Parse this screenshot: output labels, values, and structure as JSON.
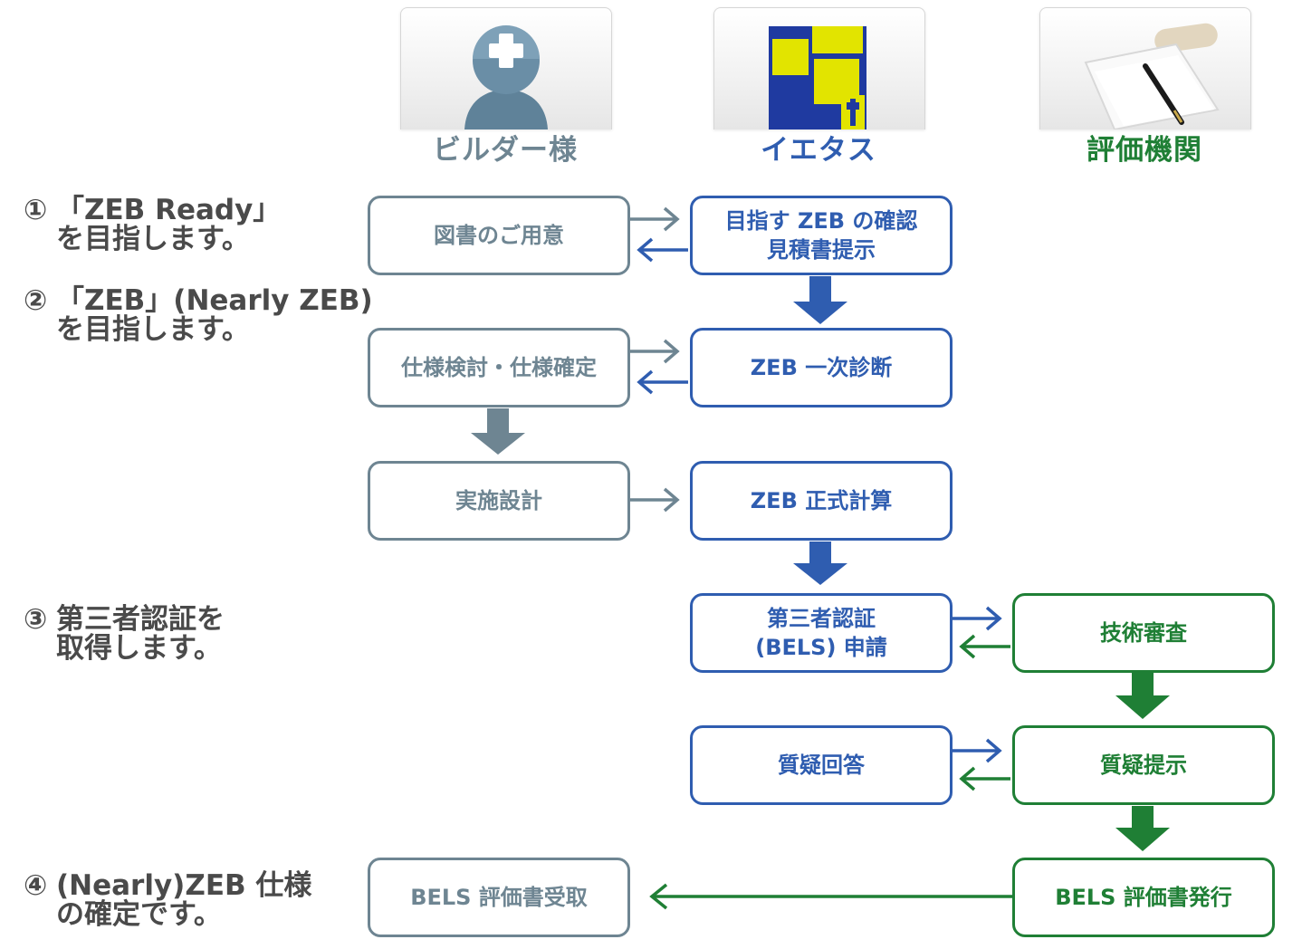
{
  "columns": {
    "builder": {
      "label": "ビルダー様",
      "icon": "builder-person-icon",
      "color": "#6e8592"
    },
    "ietas": {
      "label": "イエタス",
      "icon": "ietas-logo-icon",
      "color": "#2f5db0"
    },
    "evaluator": {
      "label": "評価機関",
      "icon": "document-pen-icon",
      "color": "#1f7f35"
    }
  },
  "steps": [
    {
      "num": "①",
      "line1": "「ZEB Ready」",
      "line2": "を目指します。"
    },
    {
      "num": "②",
      "line1": "「ZEB」(Nearly ZEB)",
      "line2": "を目指します。"
    },
    {
      "num": "③",
      "line1": "第三者認証を",
      "line2": "取得します。"
    },
    {
      "num": "④",
      "line1": "(Nearly)ZEB 仕様",
      "line2": "の確定です。"
    }
  ],
  "boxes": {
    "drawings": "図書のご用意",
    "zeb_check": "目指す ZEB の確認\n見積書提示",
    "spec": "仕様検討・仕様確定",
    "primary": "ZEB 一次診断",
    "design": "実施設計",
    "formal": "ZEB 正式計算",
    "bels_apply": "第三者認証\n(BELS) 申請",
    "tech_review": "技術審査",
    "qa_answer": "質疑回答",
    "qa_present": "質疑提示",
    "bels_receive": "BELS 評価書受取",
    "bels_issue": "BELS 評価書発行"
  },
  "colors": {
    "builder": "#6e8592",
    "ietas": "#2f5db0",
    "evaluator": "#1f7f35"
  }
}
